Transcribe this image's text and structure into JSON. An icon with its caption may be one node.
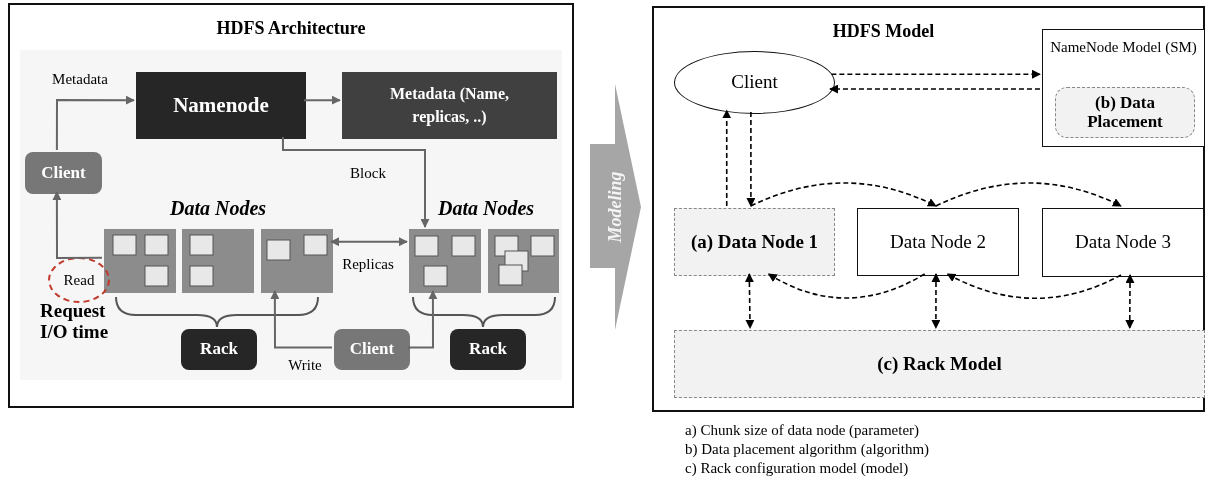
{
  "diagram": {
    "nodes": [
      {
        "text": [
          "HDFS Architecture"
        ]
      },
      {
        "text": [
          "Namenode"
        ],
        "in": 0
      },
      {
        "text": [
          "Metadata (Name, replicas, ..)"
        ],
        "in": 0
      },
      {
        "text": [
          "Client"
        ],
        "in": 0
      },
      {
        "text": [],
        "shape": "box",
        "in": 0
      },
      {
        "text": [],
        "shape": "box",
        "in": 0
      },
      {
        "text": [],
        "shape": "box",
        "in": 0
      },
      {
        "text": [],
        "shape": "box",
        "in": 0
      },
      {
        "text": [],
        "shape": "box",
        "in": 0
      },
      {
        "text": [
          "Read"
        ],
        "in": 0
      },
      {
        "text": [
          "Rack"
        ],
        "in": 0
      },
      {
        "text": [
          "Client"
        ],
        "in": 0
      },
      {
        "text": [
          "Rack"
        ],
        "in": 0
      },
      {
        "text": [
          "Modeling"
        ]
      },
      {
        "text": [
          "HDFS Model"
        ]
      },
      {
        "text": [
          "Client"
        ],
        "in": 14
      },
      {
        "text": [
          "NameNode Model (SM)"
        ],
        "in": 14
      },
      {
        "text": [
          "(b) Data Placement"
        ],
        "in": 16
      },
      {
        "text": [
          "(a) Data Node 1"
        ],
        "in": 14
      },
      {
        "text": [
          "Data Node 2"
        ],
        "in": 14
      },
      {
        "text": [
          "Data Node 3"
        ],
        "in": 14
      },
      {
        "text": [
          "(c) Rack Model"
        ],
        "in": 14
      }
    ],
    "edges": [
      {
        "from": 3,
        "to": 1,
        "arrow": "to",
        "label": "Metadata",
        "color": "#666666"
      },
      {
        "from": 1,
        "to": 2,
        "arrow": "to",
        "color": "#666666"
      },
      {
        "from": 1,
        "to": 7,
        "arrow": "to",
        "label": "Block",
        "color": "#666666"
      },
      {
        "from": 6,
        "to": 7,
        "arrow": "both",
        "label": "Replicas",
        "color": "#666666"
      },
      {
        "from": 4,
        "to": 3,
        "arrow": "to",
        "color": "#666666"
      },
      {
        "from": 11,
        "to": 6,
        "arrow": "to",
        "label": "Write",
        "color": "#666666"
      },
      {
        "from": 11,
        "to": 7,
        "arrow": "to",
        "color": "#666666"
      },
      {
        "from": 15,
        "to": 16,
        "arrow": "to",
        "style": "dashed"
      },
      {
        "from": 16,
        "to": 15,
        "arrow": "to",
        "style": "dashed"
      },
      {
        "from": 18,
        "to": 15,
        "arrow": "to",
        "style": "dashed"
      },
      {
        "from": 15,
        "to": 18,
        "arrow": "to",
        "style": "dashed"
      },
      {
        "from": 18,
        "to": 19,
        "arrow": "to",
        "style": "dashed"
      },
      {
        "from": 19,
        "to": 20,
        "arrow": "to",
        "style": "dashed"
      },
      {
        "from": 19,
        "to": 18,
        "arrow": "to",
        "style": "dashed"
      },
      {
        "from": 20,
        "to": 19,
        "arrow": "to",
        "style": "dashed"
      },
      {
        "from": 18,
        "to": 21,
        "arrow": "both",
        "style": "dashed"
      },
      {
        "from": 19,
        "to": 21,
        "arrow": "both",
        "style": "dashed"
      },
      {
        "from": 20,
        "to": 21,
        "arrow": "both",
        "style": "dashed"
      }
    ],
    "labels": [
      "Data Nodes",
      "Data Nodes",
      "Request I/O time",
      "a) Chunk size of data node (parameter)",
      "b) Data placement algorithm (algorithm)",
      "c) Rack configuration model (model)"
    ]
  }
}
